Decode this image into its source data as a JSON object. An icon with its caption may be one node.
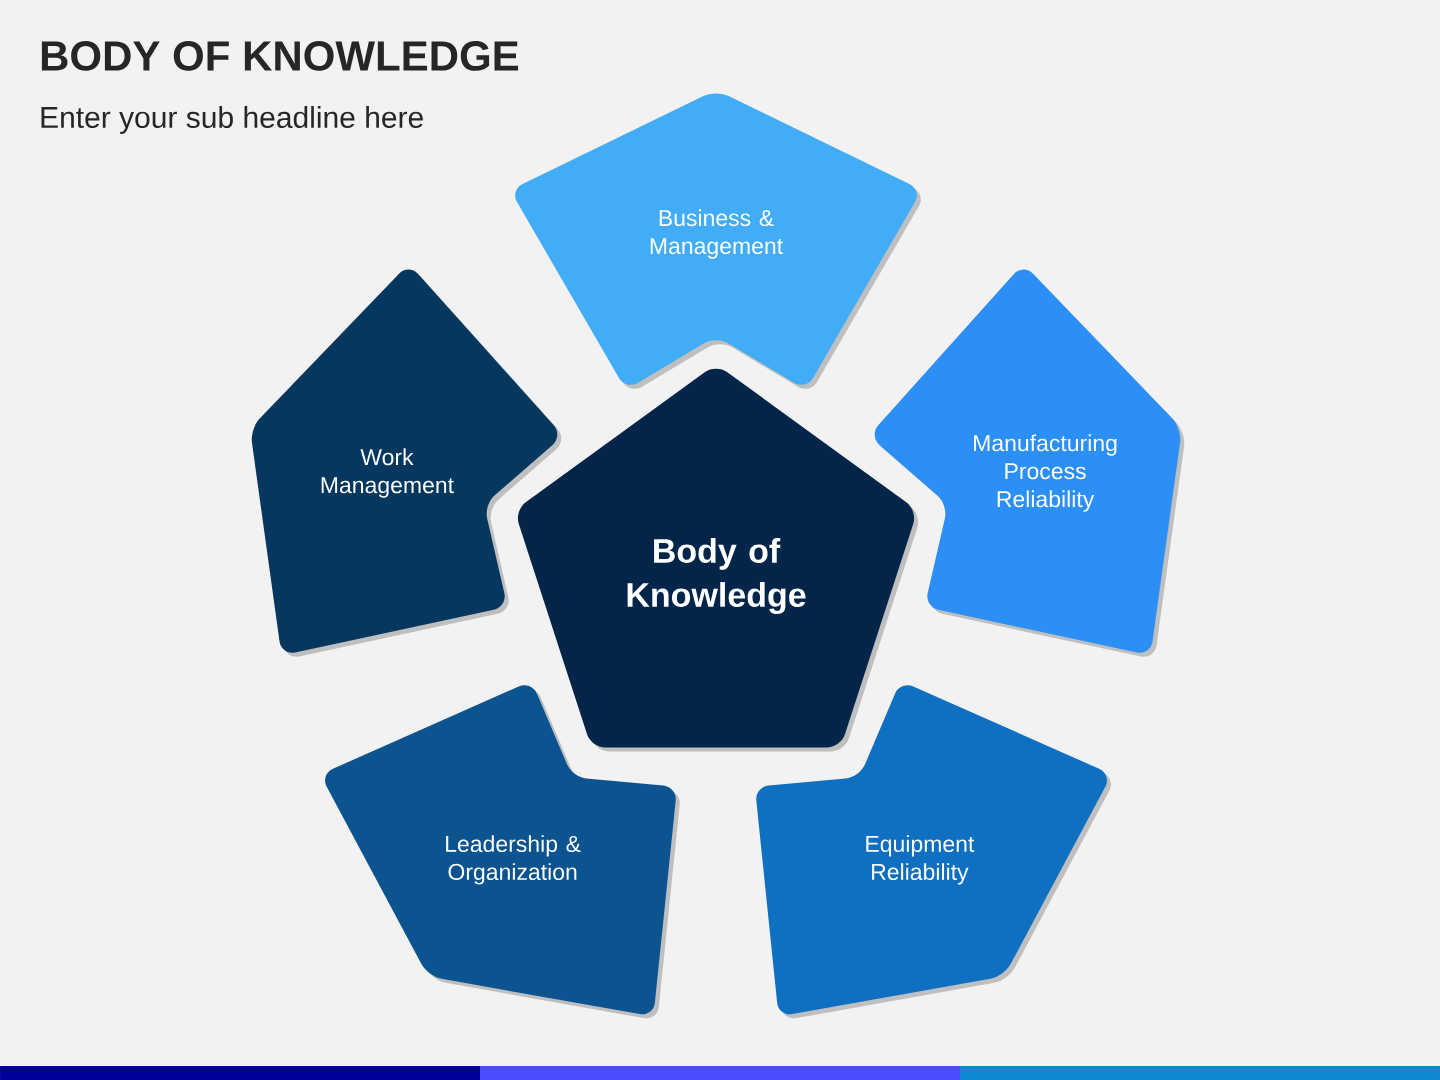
{
  "diagram": {
    "title": "BODY OF KNOWLEDGE",
    "nodes": [
      {
        "text": [
          "Business & Management"
        ]
      },
      {
        "text": [
          "Work Management"
        ]
      },
      {
        "text": [
          "Manufacturing Process Reliability"
        ]
      },
      {
        "text": [
          "Body of Knowledge"
        ]
      },
      {
        "text": [
          "Leadership & Organization"
        ]
      },
      {
        "text": [
          "Equipment Reliability"
        ]
      }
    ],
    "labels": [
      "Enter your sub headline here"
    ]
  }
}
